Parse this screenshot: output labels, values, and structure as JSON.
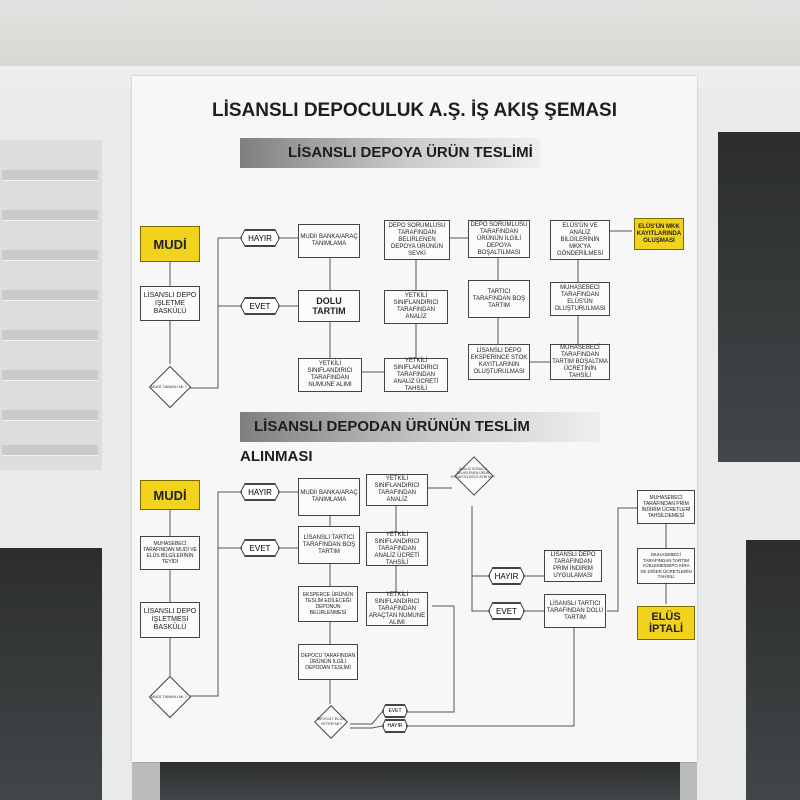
{
  "poster": {
    "title": "LİSANSLI DEPOCULUK A.Ş. İŞ AKIŞ ŞEMASI",
    "section1": {
      "banner": "LİSANSLI DEPOYA ÜRÜN TESLİMİ",
      "mudi": "MUDİ",
      "hayir": "HAYIR",
      "evet": "EVET",
      "isletme": "LİSANSLI DEPO İŞLETME BASKÜLÜ",
      "decision": "MUDİ TANIMLI MI ?",
      "banka": "MUDİ/ BANKA/ARAÇ TANIMLAMA",
      "dolu": "DOLU TARTIM",
      "numune": "YETKİLİ SINIFLANDIRICI TARAFINDAN NUMUNE ALIMI",
      "analiz": "YETKİLİ SINIFLANDIRICI TARAFINDAN ANALİZ",
      "ucret": "YETKİLİ SINIFLANDIRICI TARAFINDAN ANALİZ ÜCRETİ TAHSİLİ",
      "sorumlu": "DEPO SORUMLUSU TARAFINDAN BELİRLENEN DEPOYA ÜRÜNÜN SEVKİ",
      "bosaltim": "DEPO SORUMLUSU TARAFINDAN ÜRÜNÜN İLGİLİ DEPOYA BOŞALTILMASI",
      "bos": "TARTICI TARAFINDAN BOŞ TARTIM",
      "stok": "LİSANSLI DEPO EKSPERİNCE STOK KAYITLARININ OLUŞTURULMASI",
      "tahsil": "MUHASEBECİ TARAFINDAN TARTIM BOŞALTMA ÜCRETİNİN TAHSİLİ",
      "elus_olusturma": "MUHASEBECİ TARAFINDAN ELÜS'ÜN OLUŞTURULMASI",
      "mkk_gonder": "ELÜS'ÜN VE ANALİZ BİLGİLERİNİN MKK'YA GÖNDERİLMESİ",
      "mkk_kayit": "ELÜS'ÜN MKK KAYITLARINDA OLUŞMASI"
    },
    "section2": {
      "banner": "LİSANSLI DEPODAN ÜRÜNÜN TESLİM ALINMASI",
      "mudi": "MUDİ",
      "hayir": "HAYIR",
      "evet": "EVET",
      "teyit": "MUHASEBECİ TARAFINDAN MUDİ VE ELÜS BİLGİLERİNİN TEYİDİ",
      "isletme": "LİSANSLI DEPO İŞLETMESİ BASKÜLÜ",
      "decision": "MUDİ TANIMLI MI ?",
      "banka": "MUDİ/ BANKA/ARAÇ TANIMLAMA",
      "bos": "LİSANSLI TARTICI TARAFINDAN BOŞ TARTIM",
      "eksper": "EKSPERCE ÜRÜNÜN TESLİM EDİLECEĞİ DEPONUN BELİRLENMESİ",
      "depocu": "DEPOCU TARAFINDAN ÜRÜNÜN İLGİLİ DEPODAN TESLİMİ",
      "decision2": "MEVCUT ELÜS YETER Mİ?",
      "numune": "YETKİLİ SINIFLANDIRICI TARAFINDAN ARAÇTAN NUMUNE ALIMI",
      "ucret": "YETKİLİ SINIFLANDIRICI TARAFINDAN ANALİZ ÜCRETİ TAHSİLİ",
      "analiz": "YETKİLİ SINIFLANDIRICI TARAFINDAN ANALİZ",
      "decision3": "ANALİZ SONUCU BELİRLENEN ÜRÜN EVSAFI ELÜS'LE AYNI MI ?",
      "prim": "LİSANSLI DEPO TARAFINDAN PRİM İNDİRİM UYGULAMASI",
      "dolu": "LİSANSLI TARTICI TARAFINDAN DOLU TARTIM",
      "prim_tahsil": "MUHASEBECİ TARAFINDAN PRİM İNDİRİM ÜCRETLERİ TAHSİLDEMESİ",
      "kira": "MUHASEBECİ TARAFINDAN TARTIM YÜKLEME/DEPO KİRA VE DİĞER ÜCRETLERİN TAHSİLİ",
      "iptal": "ELÜS İPTALİ"
    }
  },
  "colors": {
    "highlight": "#f1d21c",
    "banner_dark": "#7d807f",
    "poster": "#f6f7f6"
  }
}
